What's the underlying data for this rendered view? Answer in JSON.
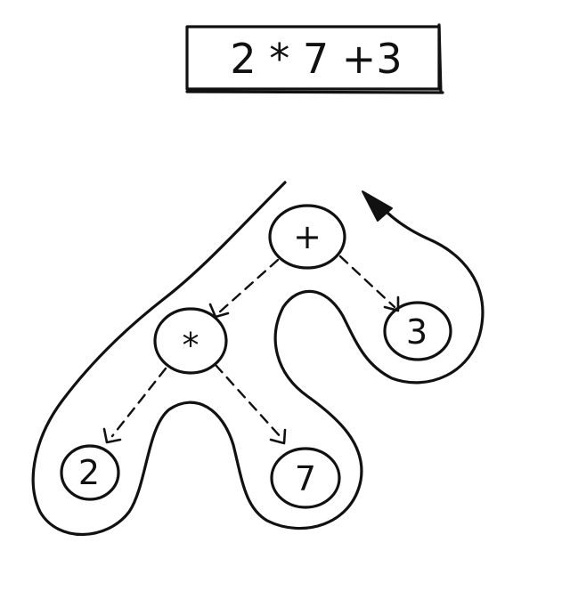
{
  "expression": {
    "text": "2 * 7 +3"
  },
  "tree": {
    "nodes": [
      {
        "id": "plus",
        "label": "+",
        "kind": "operator"
      },
      {
        "id": "times",
        "label": "*",
        "kind": "operator"
      },
      {
        "id": "three",
        "label": "3",
        "kind": "operand"
      },
      {
        "id": "two",
        "label": "2",
        "kind": "operand"
      },
      {
        "id": "seven",
        "label": "7",
        "kind": "operand"
      }
    ],
    "edges": [
      {
        "from": "plus",
        "to": "times"
      },
      {
        "from": "plus",
        "to": "three"
      },
      {
        "from": "times",
        "to": "two"
      },
      {
        "from": "times",
        "to": "seven"
      }
    ]
  },
  "traversal": {
    "style": "contour-walk",
    "direction": "counter-clockwise",
    "arrow_at": "end-top-right"
  },
  "colors": {
    "ink": "#111111",
    "paper": "#ffffff"
  }
}
